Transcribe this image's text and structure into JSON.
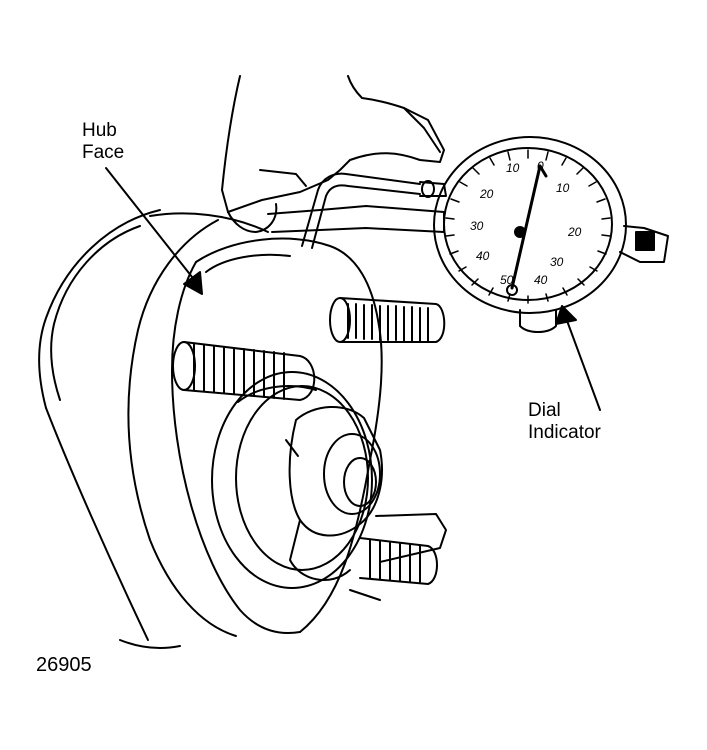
{
  "labels": {
    "hub_face_line1": "Hub",
    "hub_face_line2": "Face",
    "dial_indicator_line1": "Dial",
    "dial_indicator_line2": "Indicator"
  },
  "dial_scale": {
    "left_numbers": [
      "10",
      "20",
      "30",
      "40",
      "50"
    ],
    "right_numbers": [
      "10",
      "20",
      "30",
      "40"
    ],
    "pointer_reading": "0"
  },
  "figure_number": "26905"
}
